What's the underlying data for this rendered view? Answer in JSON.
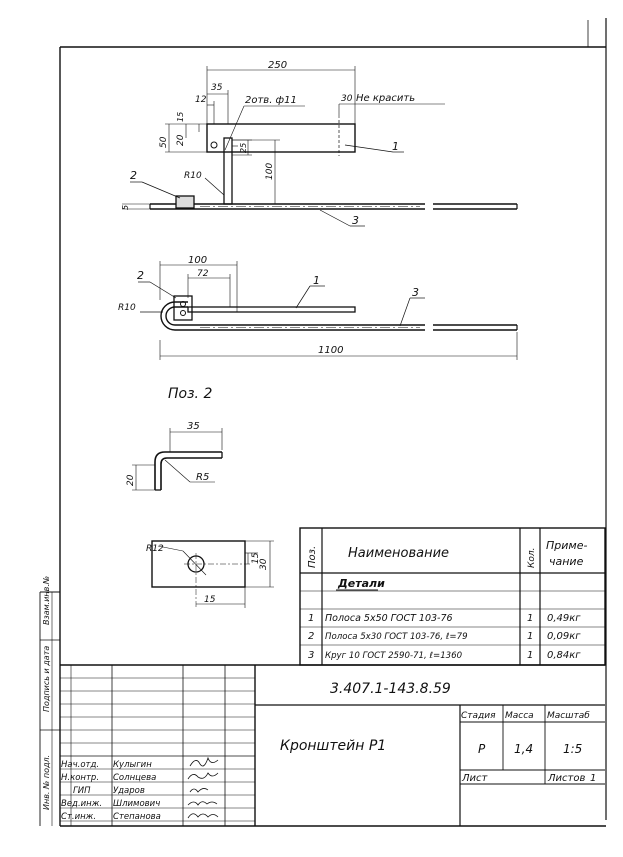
{
  "drawing": {
    "dims": {
      "d250": "250",
      "d35": "35",
      "d12": "12",
      "holes": "2отв. ф11",
      "d30": "30",
      "no_paint": "Не красить",
      "d50": "50",
      "d20": "20",
      "d15": "15",
      "d25": "25",
      "d100": "100",
      "d5": "5",
      "r10": "R10",
      "d100b": "100",
      "d72": "72",
      "r10b": "R10",
      "d1100": "1100",
      "d35b": "35",
      "d20b": "20",
      "r5": "R5",
      "r12": "R12",
      "d15b": "15",
      "d30b": "30",
      "d15c": "15"
    },
    "callouts": {
      "c1": "1",
      "c2": "2",
      "c3": "3",
      "c1b": "1",
      "c2b": "2",
      "c3b": "3"
    },
    "poz2_label": "Поз. 2"
  },
  "spec_table": {
    "headers": {
      "pos": "Поз.",
      "name": "Наименование",
      "qty": "Кол.",
      "note": "Приме-\nчание"
    },
    "section": "Детали",
    "rows": [
      {
        "pos": "1",
        "name": "Полоса 5х50 ГОСТ 103-76",
        "qty": "1",
        "note": "0,49кг"
      },
      {
        "pos": "2",
        "name": "Полоса 5х30 ГОСТ 103-76, ℓ=79",
        "qty": "1",
        "note": "0,09кг"
      },
      {
        "pos": "3",
        "name": "Круг 10 ГОСТ 2590-71, ℓ=1360",
        "qty": "1",
        "note": "0,84кг"
      }
    ]
  },
  "title_block": {
    "doc_code": "3.407.1-143.8.59",
    "title": "Кронштейн Р1",
    "stage_label": "Стадия",
    "mass_label": "Масса",
    "scale_label": "Масштаб",
    "stage": "Р",
    "mass": "1,4",
    "scale": "1:5",
    "sheet_label": "Лист",
    "sheets_label": "Листов",
    "sheets": "1",
    "signatures": [
      {
        "role": "Нач.отд.",
        "name": "Кулыгин"
      },
      {
        "role": "Н.контр.",
        "name": "Солнцева"
      },
      {
        "role": "ГИП",
        "name": "Ударов"
      },
      {
        "role": "Вед.инж.",
        "name": "Шлимович"
      },
      {
        "role": "Ст.инж.",
        "name": "Степанова"
      }
    ],
    "side_labels": {
      "inv_orig": "Инв. № подл.",
      "sign_date": "Подпись и дата",
      "inv_repl": "Взам.инв.№"
    }
  }
}
